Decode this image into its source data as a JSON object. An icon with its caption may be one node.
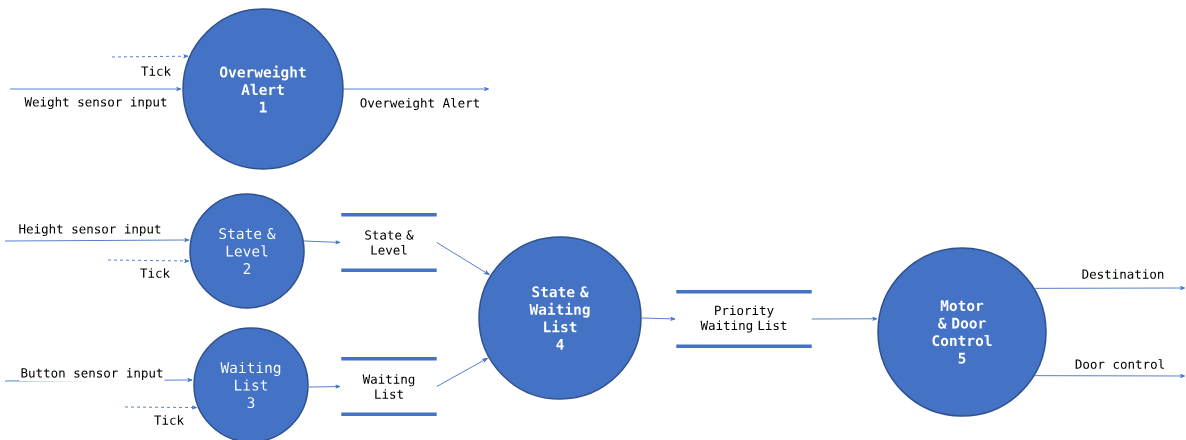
{
  "diagram": {
    "nodes": [
      {
        "text": [
          "Overweight Alert",
          "1"
        ]
      },
      {
        "text": [
          "State & Level",
          "2"
        ]
      },
      {
        "text": [
          "State & Level"
        ]
      },
      {
        "text": [
          "Waiting List",
          "3"
        ]
      },
      {
        "text": [
          "Waiting List"
        ]
      },
      {
        "text": [
          "State & Waiting List",
          "4"
        ]
      },
      {
        "text": [
          "Priority Waiting List"
        ]
      },
      {
        "text": [
          "Motor & Door Control",
          "5"
        ]
      }
    ],
    "edges": [
      {
        "from": null,
        "to": 0,
        "arrow": "to",
        "label": "Tick",
        "style": "dashed"
      },
      {
        "from": null,
        "to": 0,
        "arrow": "to",
        "label": "Weight sensor input"
      },
      {
        "from": 0,
        "to": null,
        "arrow": "to",
        "label": "Overweight Alert"
      },
      {
        "from": null,
        "to": 1,
        "arrow": "to",
        "label": "Height sensor input"
      },
      {
        "from": null,
        "to": 1,
        "arrow": "to",
        "label": "Tick",
        "style": "dashed"
      },
      {
        "from": 1,
        "to": 2,
        "arrow": "to"
      },
      {
        "from": null,
        "to": 3,
        "arrow": "to",
        "label": "Button sensor input"
      },
      {
        "from": null,
        "to": 3,
        "arrow": "to",
        "label": "Tick",
        "style": "dashed"
      },
      {
        "from": 3,
        "to": 4,
        "arrow": "to"
      },
      {
        "from": 2,
        "to": 5,
        "arrow": "to"
      },
      {
        "from": 4,
        "to": 5,
        "arrow": "to"
      },
      {
        "from": 5,
        "to": 6,
        "arrow": "to"
      },
      {
        "from": 6,
        "to": 7,
        "arrow": "to"
      },
      {
        "from": 7,
        "to": null,
        "arrow": "to",
        "label": "Destination"
      },
      {
        "from": 7,
        "to": null,
        "arrow": "to",
        "label": "Door control"
      }
    ]
  }
}
